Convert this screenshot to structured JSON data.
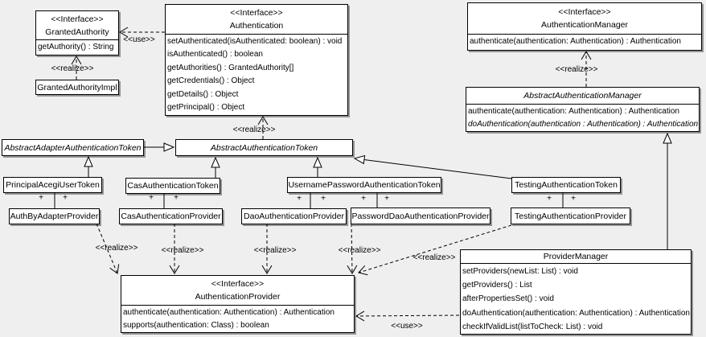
{
  "labels": {
    "realize": "<<realize>>",
    "use": "<<use>>",
    "plus": "+"
  },
  "colors": {
    "background": "#efefef",
    "box_fill": "#ffffff",
    "line": "#000000",
    "shadow": "#616161"
  },
  "classes": {
    "granted_authority": {
      "stereotype": "<<Interface>>",
      "name": "GrantedAuthority",
      "methods": [
        "getAuthority() : String"
      ]
    },
    "granted_authority_impl": {
      "name": "GrantedAuthorityImpl"
    },
    "authentication": {
      "stereotype": "<<Interface>>",
      "name": "Authentication",
      "methods": [
        "setAuthenticated(isAuthenticated: boolean) : void",
        "isAuthenticated() : boolean",
        "getAuthorities() : GrantedAuthority[]",
        "getCredentials() : Object",
        "getDetails() : Object",
        "getPrincipal() : Object"
      ]
    },
    "authentication_manager": {
      "stereotype": "<<Interface>>",
      "name": "AuthenticationManager",
      "methods": [
        "authenticate(authentication: Authentication) : Authentication"
      ]
    },
    "abstract_authentication_manager": {
      "name": "AbstractAuthenticationManager",
      "methods": [
        "authenticate(authentication: Authentication) : Authentication",
        "doAuthentication(authentication : Authentication) : Authentication"
      ]
    },
    "abstract_adapter_authentication_token": {
      "name": "AbstractAdapterAuthenticationToken"
    },
    "abstract_authentication_token": {
      "name": "AbstractAuthenticationToken"
    },
    "principal_acegi_user_token": {
      "name": "PrincipalAcegiUserToken"
    },
    "cas_authentication_token": {
      "name": "CasAuthenticationToken"
    },
    "username_password_authentication_token": {
      "name": "UsernamePasswordAuthenticationToken"
    },
    "testing_authentication_token": {
      "name": "TestingAuthenticationToken"
    },
    "auth_by_adapter_provider": {
      "name": "AuthByAdapterProvider"
    },
    "cas_authentication_provider": {
      "name": "CasAuthenticationProvider"
    },
    "dao_authentication_provider": {
      "name": "DaoAuthenticationProvider"
    },
    "password_dao_authentication_provider": {
      "name": "PasswordDaoAuthenticationProvider"
    },
    "testing_authentication_provider": {
      "name": "TestingAuthenticationProvider"
    },
    "authentication_provider": {
      "stereotype": "<<Interface>>",
      "name": "AuthenticationProvider",
      "methods": [
        "authenticate(authentication: Authentication) : Authentication",
        "supports(authentication: Class) : boolean"
      ]
    },
    "provider_manager": {
      "name": "ProviderManager",
      "methods": [
        "setProviders(newList: List) : void",
        "getProviders() : List",
        "afterPropertiesSet() : void",
        "doAuthentication(authentication: Authentication) : Authentication",
        "checkIfValidList(listToCheck: List) : void"
      ]
    }
  }
}
